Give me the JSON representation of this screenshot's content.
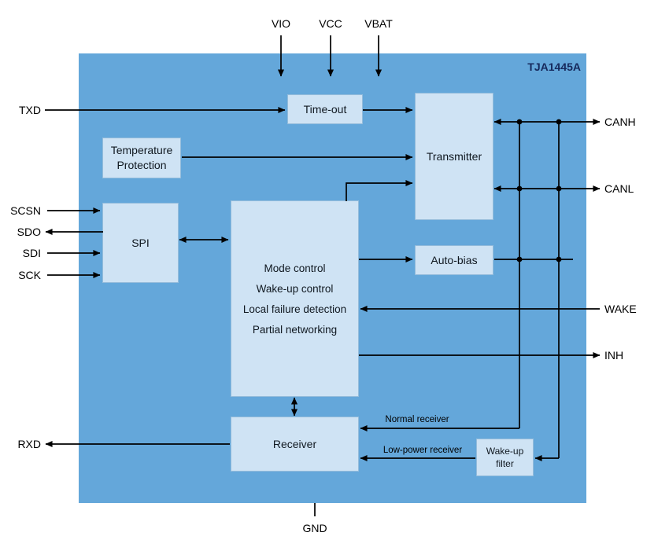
{
  "title": "TJA1445A",
  "pins": {
    "vio": "VIO",
    "vcc": "VCC",
    "vbat": "VBAT",
    "txd": "TXD",
    "scsn": "SCSN",
    "sdo": "SDO",
    "sdi": "SDI",
    "sck": "SCK",
    "rxd": "RXD",
    "canh": "CANH",
    "canl": "CANL",
    "wake": "WAKE",
    "inh": "INH",
    "gnd": "GND"
  },
  "blocks": {
    "timeout": "Time-out",
    "temperature_protection": "Temperature\nProtection",
    "transmitter": "Transmitter",
    "spi": "SPI",
    "mode_control_lines": [
      "Mode control",
      "Wake-up control",
      "Local failure detection",
      "Partial networking"
    ],
    "auto_bias": "Auto-bias",
    "receiver": "Receiver",
    "wakeup_filter": "Wake-up\nfilter"
  },
  "annotations": {
    "normal_receiver": "Normal receiver",
    "low_power_receiver": "Low-power receiver"
  },
  "colors": {
    "chip-fill": "#64a7da",
    "block-fill": "#cfe3f4",
    "block-border": "#94bcdb",
    "wire": "#000000",
    "title-color": "#16295c"
  }
}
